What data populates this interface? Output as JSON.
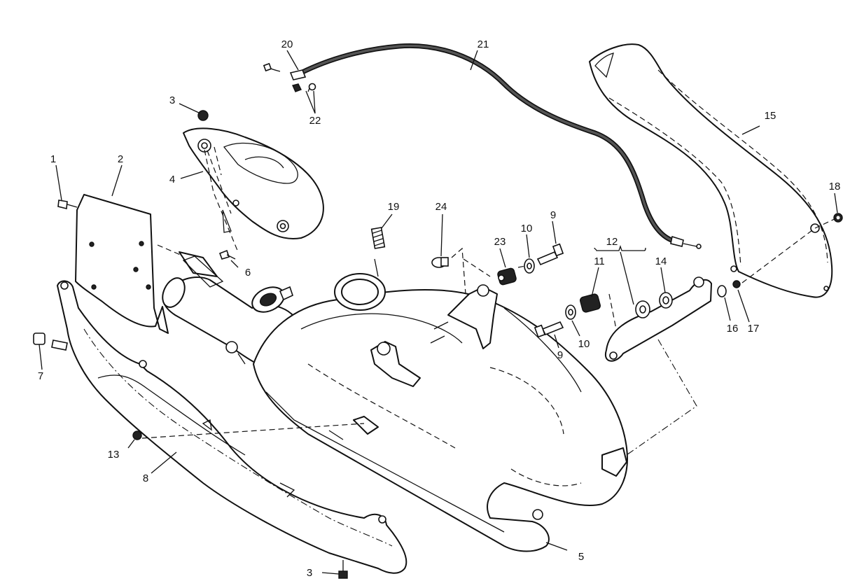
{
  "diagram": {
    "title": "Exhaust system exploded view",
    "part_numbers": {
      "p1": "1",
      "p2": "2",
      "p3_top": "3",
      "p3_bottom": "3",
      "p4": "4",
      "p5": "5",
      "p6": "6",
      "p7": "7",
      "p8": "8",
      "p9_top": "9",
      "p9_bottom": "9",
      "p10_top": "10",
      "p10_bottom": "10",
      "p11": "11",
      "p12": "12",
      "p13": "13",
      "p14": "14",
      "p15": "15",
      "p16": "16",
      "p17": "17",
      "p18": "18",
      "p19": "19",
      "p20": "20",
      "p21": "21",
      "p22": "22",
      "p23": "23",
      "p24": "24"
    },
    "colors": {
      "line": "#111111",
      "fill": "#ffffff",
      "cable": "#444444"
    }
  }
}
